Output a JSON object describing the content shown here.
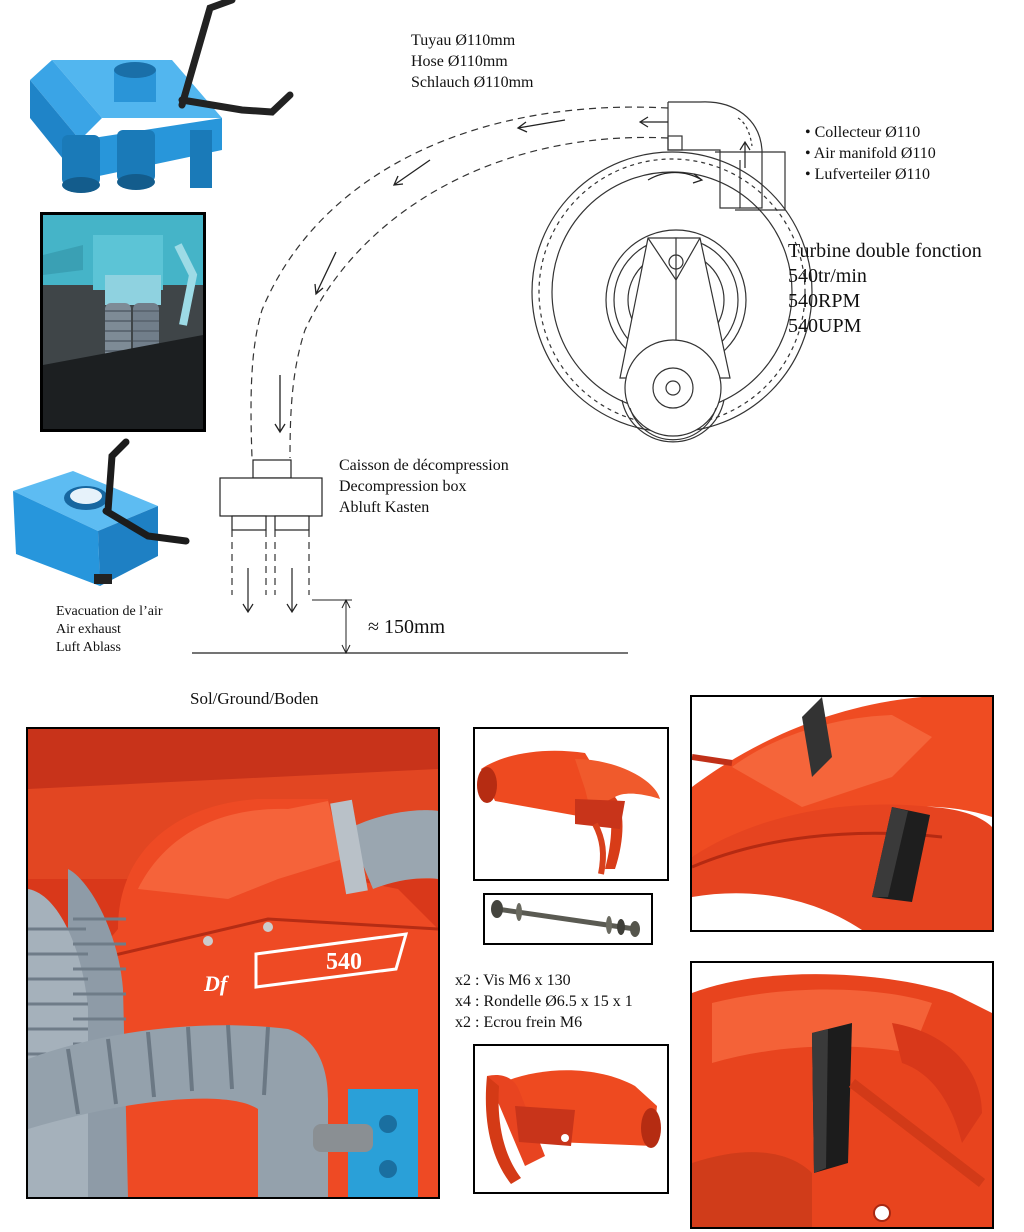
{
  "hose_label": [
    "Tuyau Ø110mm",
    "Hose Ø110mm",
    "Schlauch Ø110mm"
  ],
  "manifold_label": [
    "• Collecteur Ø110",
    "• Air manifold Ø110",
    "• Lufverteiler Ø110"
  ],
  "turbine_label": [
    "Turbine double fonction",
    "540tr/min",
    "540RPM",
    "540UPM"
  ],
  "decompression_label": [
    "Caisson de décompression",
    "Decompression box",
    "Abluft Kasten"
  ],
  "exhaust_label": [
    "Evacuation de l’air",
    "Air exhaust",
    "Luft Ablass"
  ],
  "height_label": "≈ 150mm",
  "ground_label": "Sol/Ground/Boden",
  "hardware_list": [
    "x2 : Vis M6 x 130",
    "x4 : Rondelle Ø6.5 x 15 x 1",
    "x2 : Ecrou frein M6"
  ],
  "fan_badge": {
    "number": "540",
    "brand": "Df"
  },
  "colors": {
    "blue_part": "#2e9fe0",
    "orange_part": "#e8401c",
    "hose_grey": "#8c9aa6"
  }
}
